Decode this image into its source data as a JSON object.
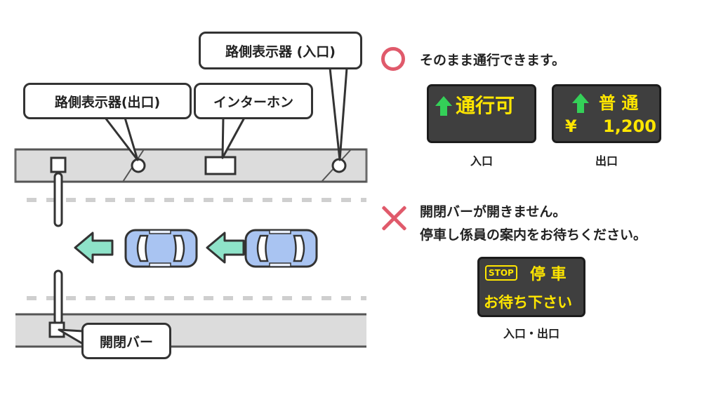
{
  "labels": {
    "exit_display": "路側表示器(出口)",
    "entrance_display": "路側表示器 (入口)",
    "intercom": "インターホン",
    "gate_bar": "開閉バー"
  },
  "ok_section": {
    "message": "そのまま通行できます。",
    "entrance_board_text": "通行可",
    "exit_board_line1": "普 通",
    "exit_board_currency": "¥",
    "exit_board_amount": "1,200",
    "entrance_caption": "入口",
    "exit_caption": "出口"
  },
  "ng_section": {
    "message_line1": "開閉バーが開きません。",
    "message_line2": "停車し係員の案内をお待ちください。",
    "board_stop": "STOP",
    "board_line1": "停 車",
    "board_line2": "お待ち下さい",
    "caption": "入口・出口"
  },
  "colors": {
    "ok_mark": "#e05a6b",
    "ng_mark": "#e05a6b",
    "board_text": "#ffe600",
    "board_arrow": "#34d058",
    "car": "#a9c4f2",
    "direction_arrow": "#8ee3c9"
  }
}
